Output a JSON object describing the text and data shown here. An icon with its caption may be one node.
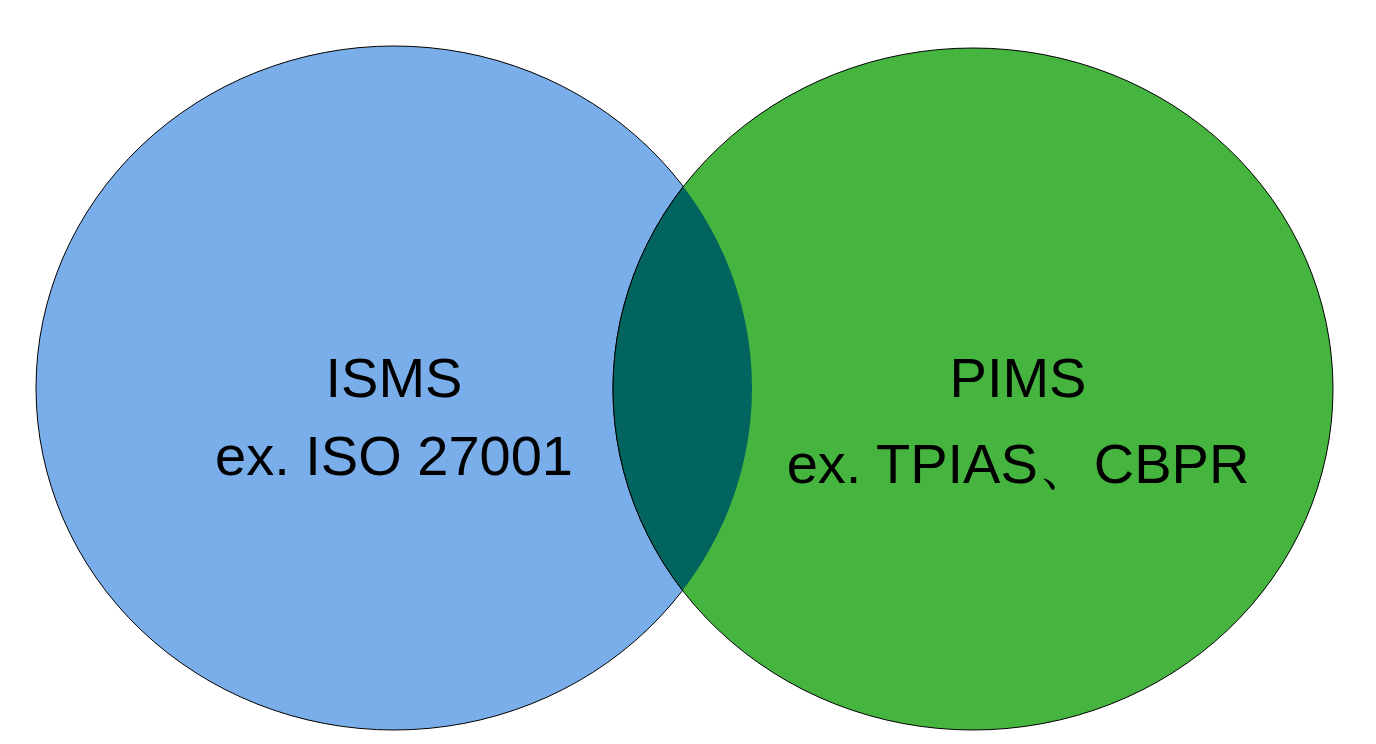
{
  "diagram": {
    "nodes": [
      {
        "text": [
          "ISMS",
          "ex. ISO 27001"
        ]
      },
      {
        "text": [
          "PIMS",
          "ex. TPIAS、CBPR"
        ]
      },
      {
        "text": [],
        "shape": "lens"
      }
    ]
  }
}
